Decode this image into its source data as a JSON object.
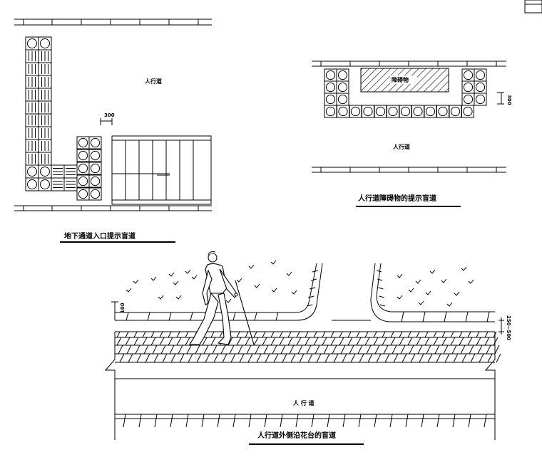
{
  "diagrams": {
    "underpass": {
      "caption": "地下通道入口提示盲道",
      "sidewalk_label": "人行道",
      "dimension": "300"
    },
    "obstacle": {
      "caption": "人行道障碍物的提示盲道",
      "obstacle_label": "障碍物",
      "sidewalk_label": "人行道",
      "dimension": "300"
    },
    "planter": {
      "caption": "人行道外侧沿花台的盲道",
      "sidewalk_label": "人 行 道",
      "dim_curb": "100",
      "dim_planter": "250~500"
    }
  },
  "colors": {
    "ink": "#000000",
    "paper": "#ffffff"
  }
}
